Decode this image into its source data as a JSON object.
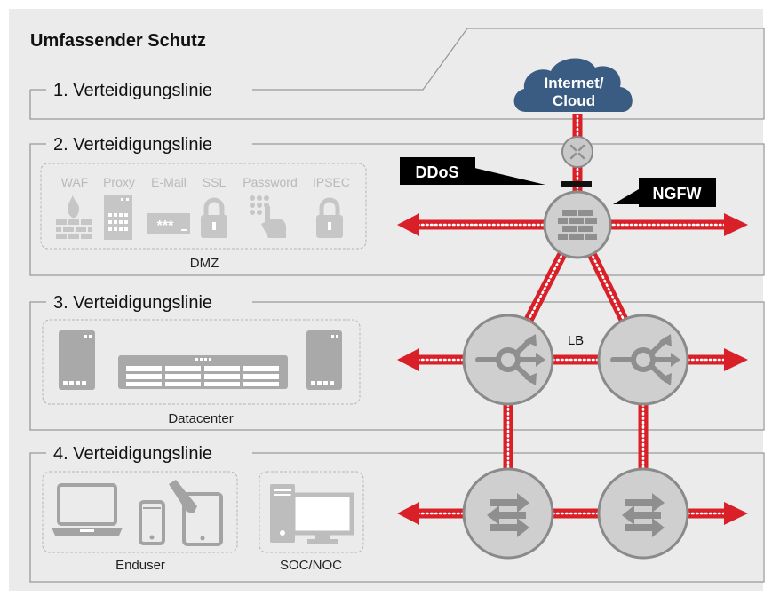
{
  "title": "Umfassender Schutz",
  "lines": [
    {
      "label": "1. Verteidigungslinie"
    },
    {
      "label": "2. Verteidigungslinie"
    },
    {
      "label": "3. Verteidigungslinie"
    },
    {
      "label": "4. Verteidigungslinie"
    }
  ],
  "cloud_label_line1": "Internet/",
  "cloud_label_line2": "Cloud",
  "ddos_label": "DDoS",
  "ngfw_label": "NGFW",
  "lb_label": "LB",
  "dmz": {
    "label": "DMZ",
    "items": [
      "WAF",
      "Proxy",
      "E-Mail",
      "SSL",
      "Password",
      "IPSEC"
    ]
  },
  "datacenter_label": "Datacenter",
  "enduser_label": "Enduser",
  "soc_label": "SOC/NOC",
  "colors": {
    "background": "#ebebeb",
    "red": "#d92028",
    "cloud": "#3a5b82",
    "node": "#cfcfcf",
    "node_stroke": "#8a8a8a",
    "icon_gray": "#a3a3a3",
    "light_icon": "#c6c6c6"
  }
}
